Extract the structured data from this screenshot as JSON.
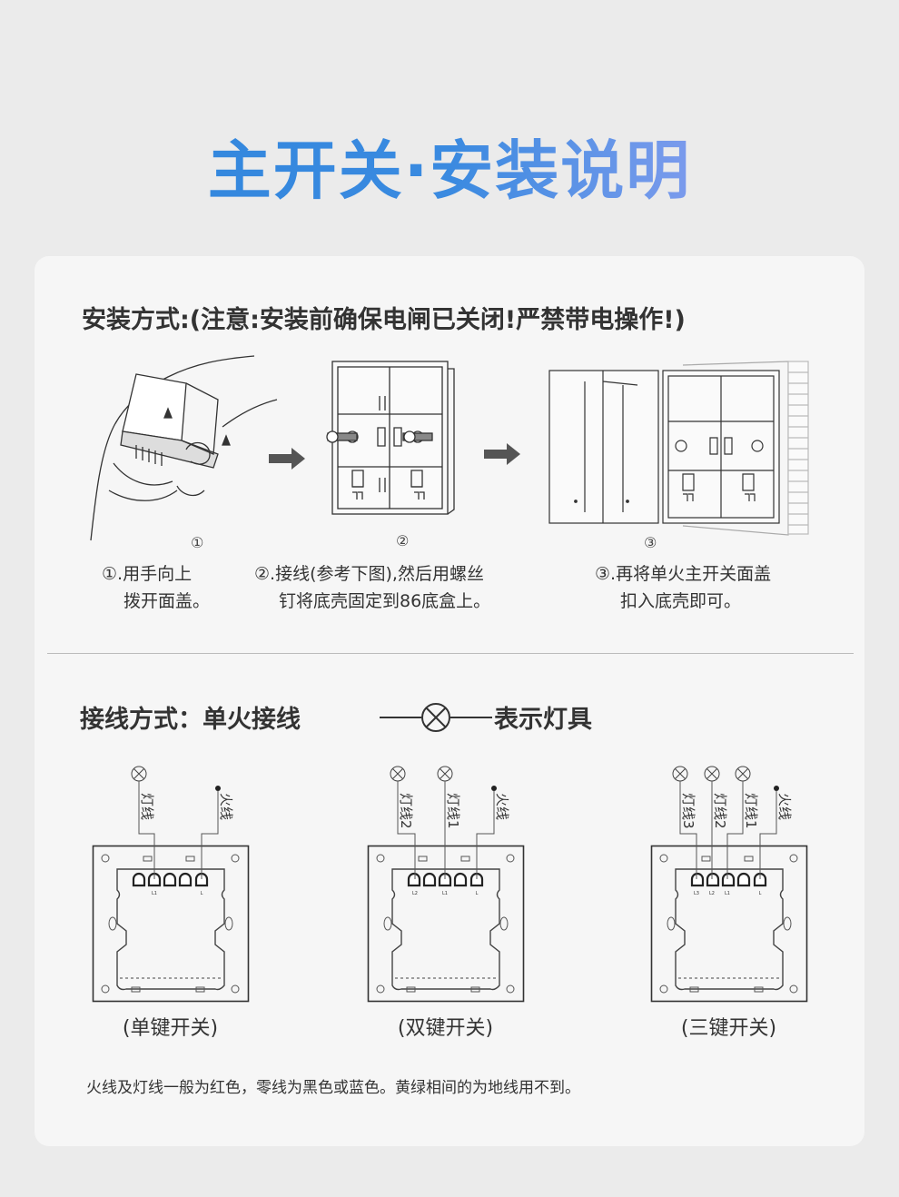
{
  "title": "主开关·安装说明",
  "install": {
    "heading": "安装方式:(注意:安装前确保电闸已关闭!严禁带电操作!)",
    "steps": [
      {
        "num": "①",
        "line1": "①.用手向上",
        "line2": "拨开面盖。"
      },
      {
        "num": "②",
        "line1": "②.接线(参考下图),然后用螺丝",
        "line2": "钉将底壳固定到86底盒上。"
      },
      {
        "num": "③",
        "line1": "③.再将单火主开关面盖",
        "line2": "扣入底壳即可。"
      }
    ]
  },
  "wiring": {
    "heading": "接线方式：单火接线",
    "legend_text": "表示灯具",
    "legend_icon": "lamp-icon",
    "diagrams": [
      {
        "caption": "(单键开关)",
        "wires": [
          "灯线",
          "火线"
        ],
        "terminals": [
          "L1",
          "L"
        ]
      },
      {
        "caption": "(双键开关)",
        "wires": [
          "灯线2",
          "灯线1",
          "火线"
        ],
        "terminals": [
          "L2",
          "L1",
          "L"
        ]
      },
      {
        "caption": "(三键开关)",
        "wires": [
          "灯线3",
          "灯线2",
          "灯线1",
          "火线"
        ],
        "terminals": [
          "L3",
          "L2",
          "L1",
          "L"
        ]
      }
    ],
    "note": "火线及灯线一般为红色，零线为黑色或蓝色。黄绿相间的为地线用不到。"
  },
  "colors": {
    "title_start": "#2f86dc",
    "title_end": "#a1a8f6",
    "line": "#555555"
  }
}
